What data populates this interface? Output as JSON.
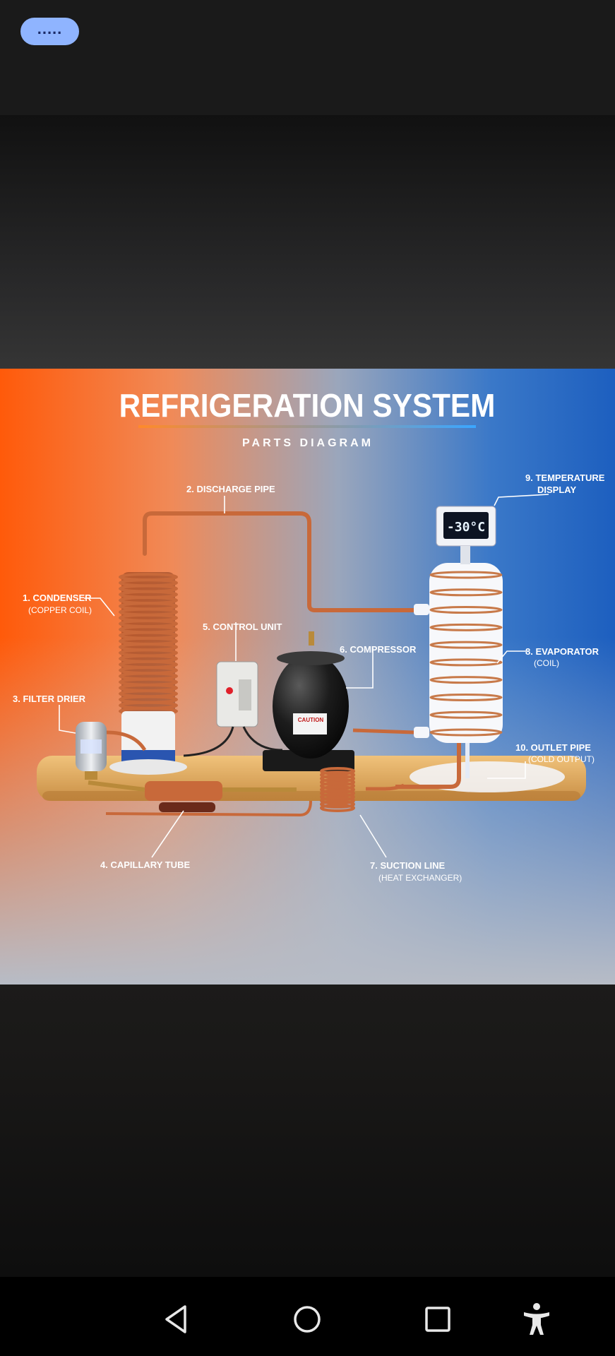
{
  "status": {
    "indicator": "....."
  },
  "diagram": {
    "title": "REFRIGERATION SYSTEM",
    "subtitle": "PARTS DIAGRAM",
    "display_reading": "-30°C",
    "labels": [
      {
        "id": "condenser",
        "line1": "1. CONDENSER",
        "line2": "(COPPER COIL)"
      },
      {
        "id": "discharge-pipe",
        "line1": "2. DISCHARGE PIPE",
        "line2": ""
      },
      {
        "id": "filter-drier",
        "line1": "3. FILTER DRIER",
        "line2": ""
      },
      {
        "id": "capillary-tube",
        "line1": "4. CAPILLARY TUBE",
        "line2": ""
      },
      {
        "id": "control-unit",
        "line1": "5. CONTROL UNIT",
        "line2": ""
      },
      {
        "id": "compressor",
        "line1": "6. COMPRESSOR",
        "line2": ""
      },
      {
        "id": "suction-line",
        "line1": "7. SUCTION LINE",
        "line2": "(HEAT EXCHANGER)"
      },
      {
        "id": "evaporator",
        "line1": "8. EVAPORATOR",
        "line2": "(COIL)"
      },
      {
        "id": "temperature-display",
        "line1": "9. TEMPERATURE",
        "line2": "DISPLAY"
      },
      {
        "id": "outlet-pipe",
        "line1": "10. OUTLET PIPE",
        "line2": "(COLD OUTPUT)"
      }
    ],
    "compressor_sticker": "CAUTION"
  },
  "nav": {
    "back": "back-icon",
    "home": "home-icon",
    "recents": "recents-icon",
    "accessibility": "accessibility-icon"
  },
  "colors": {
    "pill": "#8fb4ff",
    "copper": "#c8693a",
    "warm": "#ff6a1a",
    "cool": "#1f5fb8"
  }
}
